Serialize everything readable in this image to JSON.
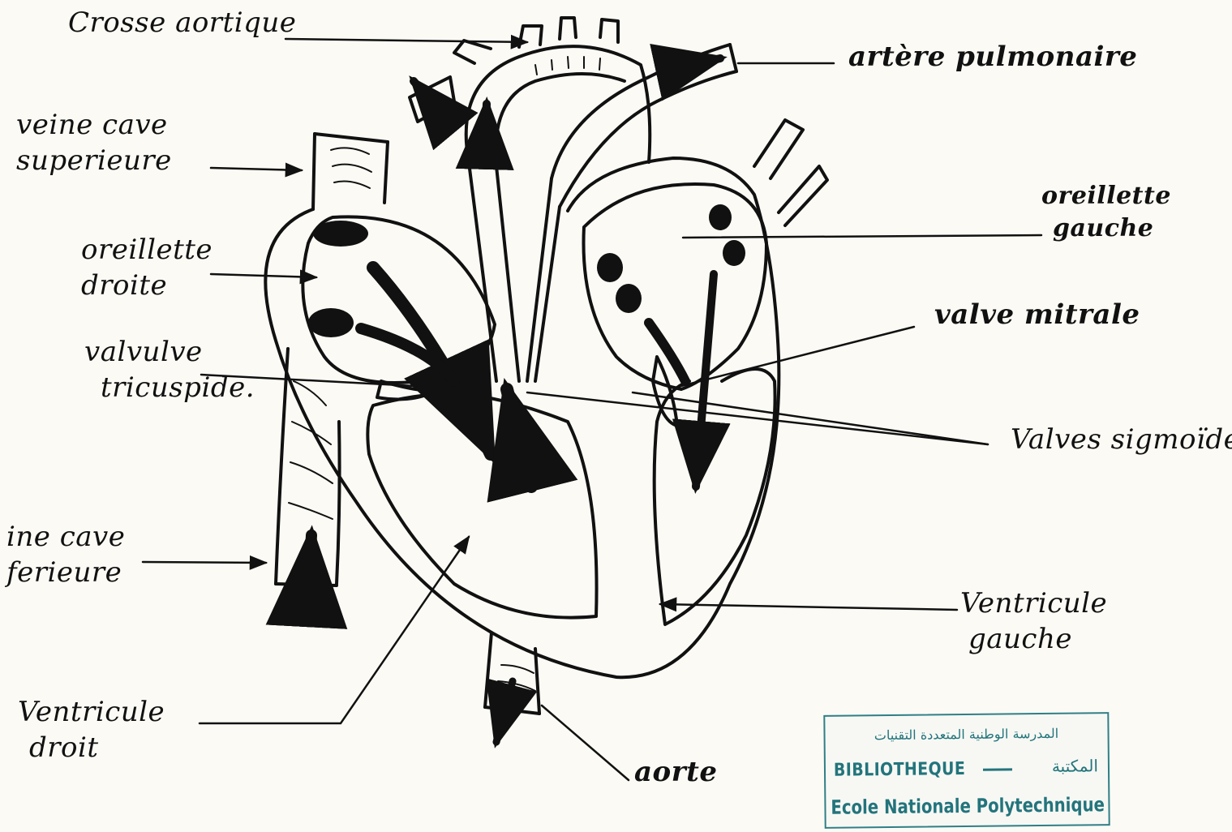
{
  "labels": {
    "crosse_aortique": "Crosse aortique",
    "artere_pulmonaire": "artère pulmonaire",
    "veine_cave_sup_1": "veine cave",
    "veine_cave_sup_2": "superieure",
    "oreillette_droite_1": "oreillette",
    "oreillette_droite_2": "droite",
    "valvule_tricuspide_1": "valvulve",
    "valvule_tricuspide_2": "tricuspide.",
    "veine_cave_inf_1": "ine cave",
    "veine_cave_inf_2": "ferieure",
    "ventricule_droit_1": "Ventricule",
    "ventricule_droit_2": "droit",
    "oreillette_gauche_1": "oreillette",
    "oreillette_gauche_2": "gauche",
    "valve_mitrale": "valve mitrale",
    "valves_sigmoides": "Valves sigmoïdes",
    "ventricule_gauche_1": "Ventricule",
    "ventricule_gauche_2": "gauche",
    "aorte": "aorte"
  },
  "stamp": {
    "arabic_title": "المدرسة الوطنية المتعددة التقنيات",
    "bibliotheque": "BIBLIOTHEQUE",
    "arabic_library": "المكتبة",
    "school_name": "Ecole Nationale Polytechnique"
  },
  "colors": {
    "ink": "#111111",
    "paper": "#fbfaf5",
    "stamp": "#23747c"
  }
}
